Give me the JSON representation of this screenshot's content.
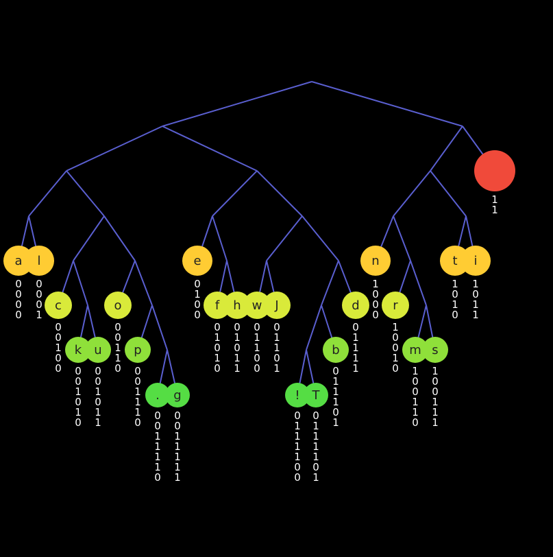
{
  "colors": {
    "background": "#000000",
    "edge": "#5a5fd0",
    "root_leaf": "#f04a3a",
    "depth2": "#f04a3a",
    "depth4": "#ffcc33",
    "depth5": "#d9ea3a",
    "depth6": "#8fe03a",
    "depth7": "#55dd44",
    "code_text": "#ffffff",
    "label_text": "#222222"
  },
  "leaves": [
    {
      "id": "root-right",
      "label": "",
      "code": "11",
      "color_key": "depth2"
    },
    {
      "id": "a",
      "label": "a",
      "code": "0000",
      "color_key": "depth4"
    },
    {
      "id": "l",
      "label": "l",
      "code": "0001",
      "color_key": "depth4"
    },
    {
      "id": "c",
      "label": "c",
      "code": "00100",
      "color_key": "depth5"
    },
    {
      "id": "k",
      "label": "k",
      "code": "001010",
      "color_key": "depth6"
    },
    {
      "id": "u",
      "label": "u",
      "code": "001011",
      "color_key": "depth6"
    },
    {
      "id": "o",
      "label": "o",
      "code": "00110",
      "color_key": "depth5"
    },
    {
      "id": "p",
      "label": "p",
      "code": "001110",
      "color_key": "depth6"
    },
    {
      "id": "dot",
      "label": ".",
      "code": "0011110",
      "color_key": "depth7"
    },
    {
      "id": "g",
      "label": "g",
      "code": "0011111",
      "color_key": "depth7"
    },
    {
      "id": "e",
      "label": "e",
      "code": "0100",
      "color_key": "depth4"
    },
    {
      "id": "f",
      "label": "f",
      "code": "01010",
      "color_key": "depth5"
    },
    {
      "id": "h",
      "label": "h",
      "code": "01011",
      "color_key": "depth5"
    },
    {
      "id": "w",
      "label": "w",
      "code": "01100",
      "color_key": "depth5"
    },
    {
      "id": "J",
      "label": "J",
      "code": "01101",
      "color_key": "depth5"
    },
    {
      "id": "bang",
      "label": "!",
      "code": "0111100",
      "color_key": "depth7"
    },
    {
      "id": "T",
      "label": "T",
      "code": "0111101",
      "color_key": "depth7"
    },
    {
      "id": "b",
      "label": "b",
      "code": "011101",
      "color_key": "depth6"
    },
    {
      "id": "d",
      "label": "d",
      "code": "01111",
      "color_key": "depth5"
    },
    {
      "id": "n",
      "label": "n",
      "code": "1000",
      "color_key": "depth4"
    },
    {
      "id": "r",
      "label": "r",
      "code": "10010",
      "color_key": "depth5"
    },
    {
      "id": "m",
      "label": "m",
      "code": "100110",
      "color_key": "depth6"
    },
    {
      "id": "s",
      "label": "s",
      "code": "100111",
      "color_key": "depth6"
    },
    {
      "id": "t",
      "label": "t",
      "code": "1010",
      "color_key": "depth4"
    },
    {
      "id": "i",
      "label": "i",
      "code": "1011",
      "color_key": "depth4"
    }
  ]
}
